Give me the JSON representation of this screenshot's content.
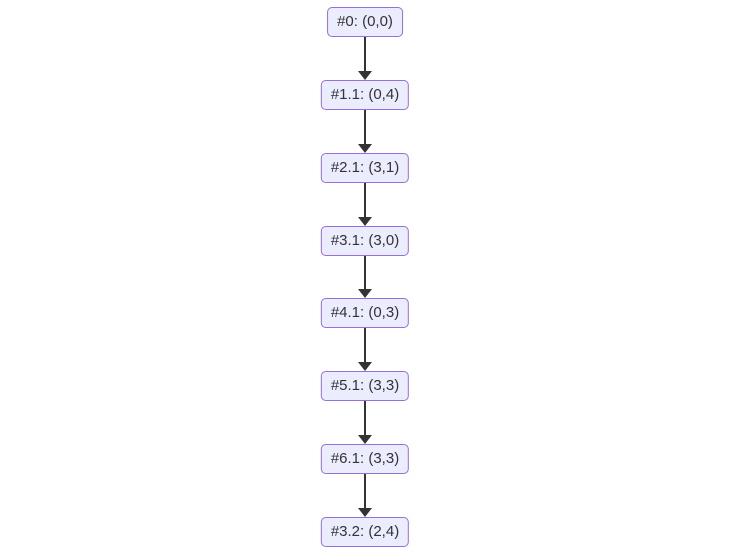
{
  "diagram": {
    "kind": "flowchart",
    "direction": "top-down",
    "background_color": "#ffffff",
    "node_style": {
      "fill_color": "#ECECFF",
      "border_color": "#9370DB",
      "text_color": "#333333"
    },
    "edge_style": {
      "line_color": "#333333",
      "arrowhead": "filled-triangle-down"
    },
    "nodes": [
      {
        "id": "n0",
        "label": "#0: (0,0)"
      },
      {
        "id": "n1",
        "label": "#1.1: (0,4)"
      },
      {
        "id": "n2",
        "label": "#2.1: (3,1)"
      },
      {
        "id": "n3",
        "label": "#3.1: (3,0)"
      },
      {
        "id": "n4",
        "label": "#4.1: (0,3)"
      },
      {
        "id": "n5",
        "label": "#5.1: (3,3)"
      },
      {
        "id": "n6",
        "label": "#6.1: (3,3)"
      },
      {
        "id": "n7",
        "label": "#3.2: (2,4)"
      }
    ],
    "edges": [
      {
        "from": "n0",
        "to": "n1"
      },
      {
        "from": "n1",
        "to": "n2"
      },
      {
        "from": "n2",
        "to": "n3"
      },
      {
        "from": "n3",
        "to": "n4"
      },
      {
        "from": "n4",
        "to": "n5"
      },
      {
        "from": "n5",
        "to": "n6"
      },
      {
        "from": "n6",
        "to": "n7"
      }
    ]
  }
}
